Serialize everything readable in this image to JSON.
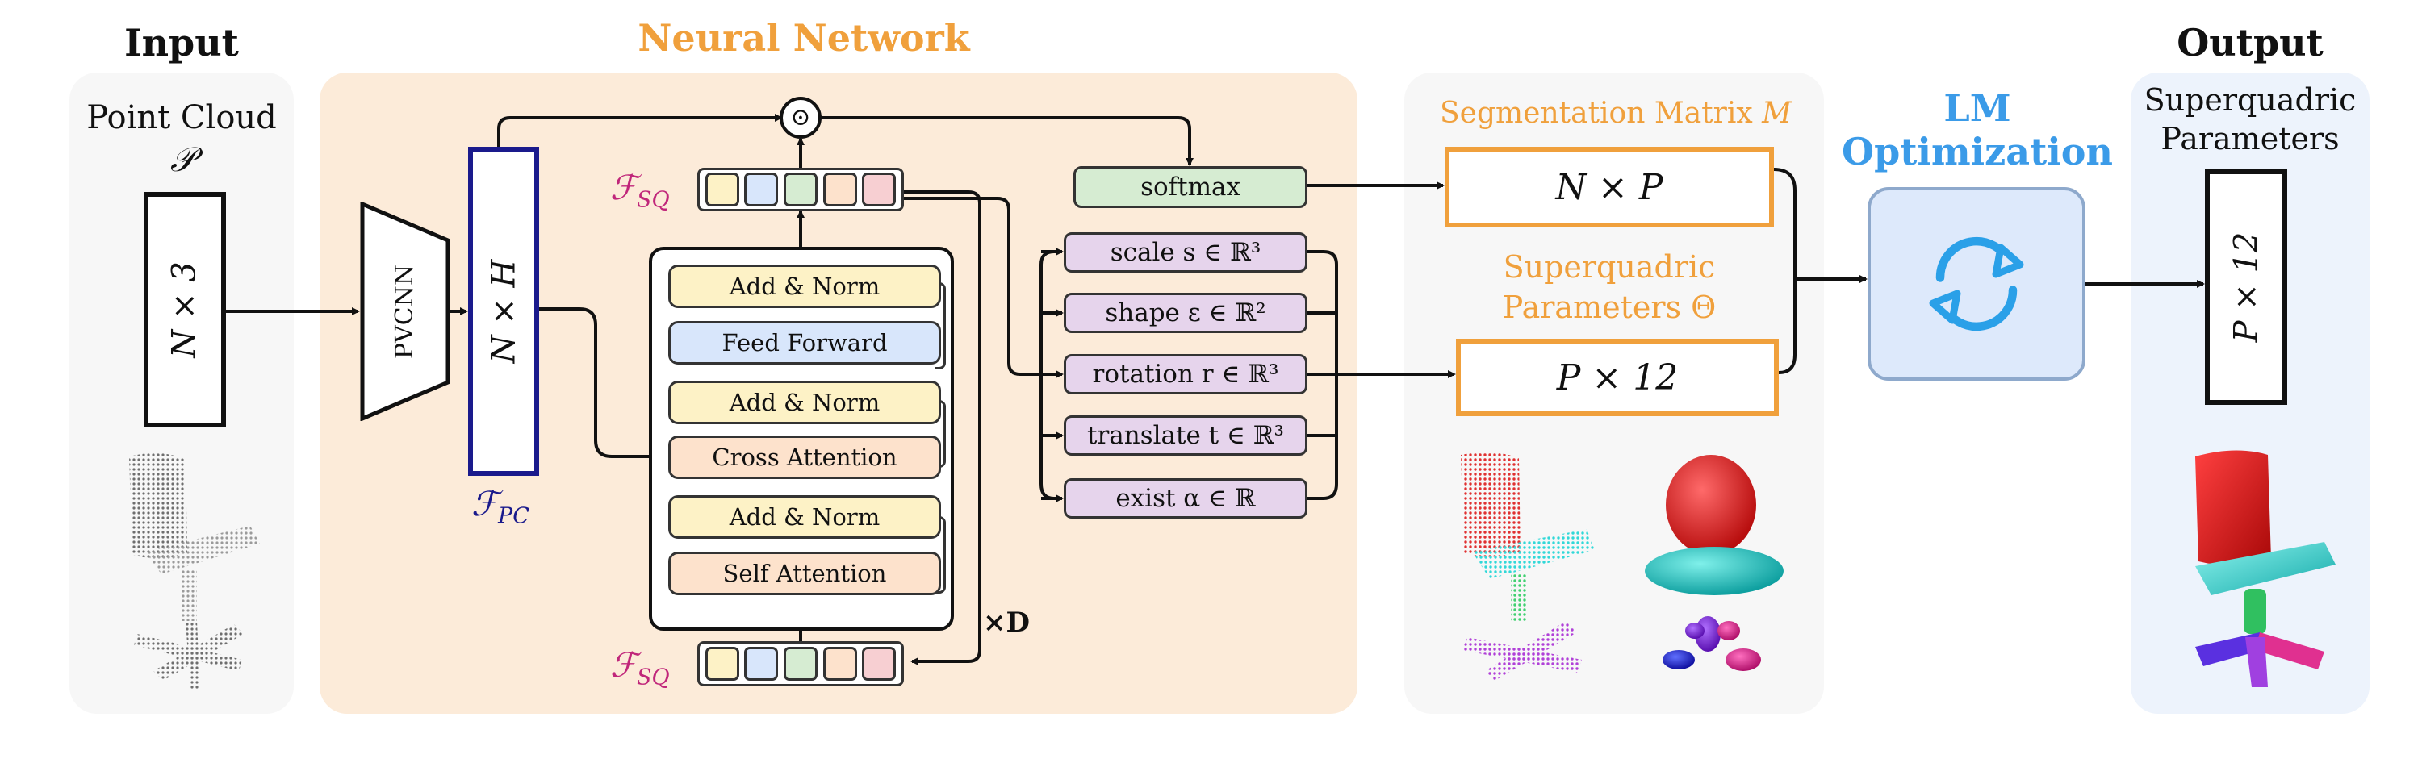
{
  "titles": {
    "input": "Input",
    "network": "Neural Network",
    "output": "Output",
    "lm_line1": "LM",
    "lm_line2": "Optimization"
  },
  "input": {
    "label": "Point Cloud",
    "symbol": "𝒫",
    "dims": "N × 3"
  },
  "network": {
    "backbone": "PVCNN",
    "features": "N × H",
    "features_label": "ℱ",
    "features_sub": "PC",
    "sq_label": "ℱ",
    "sq_sub": "SQ",
    "dot": "⊙",
    "repeat": "×D",
    "transformer_blocks": [
      {
        "label": "Add & Norm",
        "kind": "addnorm"
      },
      {
        "label": "Feed Forward",
        "kind": "ff"
      },
      {
        "label": "Add & Norm",
        "kind": "addnorm"
      },
      {
        "label": "Cross Attention",
        "kind": "attn"
      },
      {
        "label": "Add & Norm",
        "kind": "addnorm"
      },
      {
        "label": "Self Attention",
        "kind": "attn"
      }
    ],
    "token_colors": [
      "#fdf2c6",
      "#d8e6fb",
      "#d6ecd2",
      "#fde2cc",
      "#f7cfd2"
    ],
    "softmax": "softmax",
    "heads": [
      {
        "label": "scale s ∈ ℝ³"
      },
      {
        "label": "shape ε ∈ ℝ²"
      },
      {
        "label": "rotation r ∈ ℝ³"
      },
      {
        "label": "translate t ∈ ℝ³"
      },
      {
        "label": "exist α ∈ ℝ"
      }
    ]
  },
  "results": {
    "seg_title": "Segmentation Matrix",
    "seg_symbol": "M",
    "seg_dims": "N × P",
    "sq_title_line1": "Superquadric",
    "sq_title_line2": "Parameters Θ",
    "sq_dims": "P × 12"
  },
  "output": {
    "label_line1": "Superquadric",
    "label_line2": "Parameters",
    "dims": "P × 12"
  },
  "colors": {
    "accent_orange": "#f0a03c",
    "accent_blue": "#3b9be8",
    "navy": "#1a1a8c",
    "magenta": "#c0267a",
    "network_bg": "#fcebd9",
    "panel_gray": "#f7f7f7",
    "output_bg": "#edf3fc"
  }
}
